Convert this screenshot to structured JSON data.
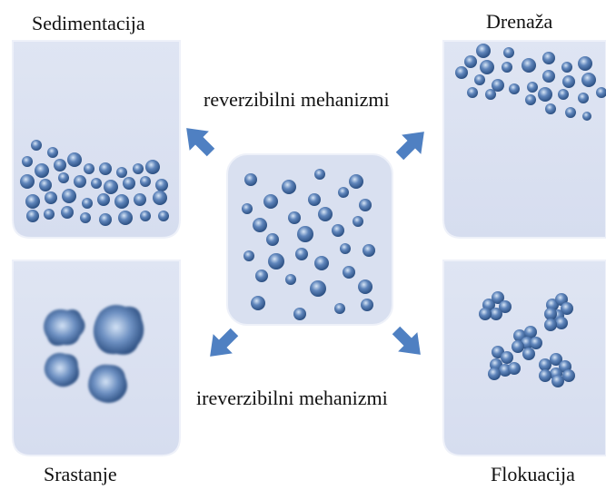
{
  "labels": {
    "top_left": "Sedimentacija",
    "top_right": "Drenaža",
    "bottom_left": "Srastanje",
    "bottom_right": "Flokuacija"
  },
  "mechanisms": {
    "reversible": "reverzibilni mehanizmi",
    "irreversible": "ireverzibilni mehanizmi"
  },
  "colors": {
    "panel_fill": "#dce2f1",
    "panel_edge": "#eef1f9",
    "droplet_dark": "#2b4f82",
    "droplet_mid": "#5f85bb",
    "droplet_light": "#d7e5f6",
    "arrow": "#4f80c2"
  }
}
